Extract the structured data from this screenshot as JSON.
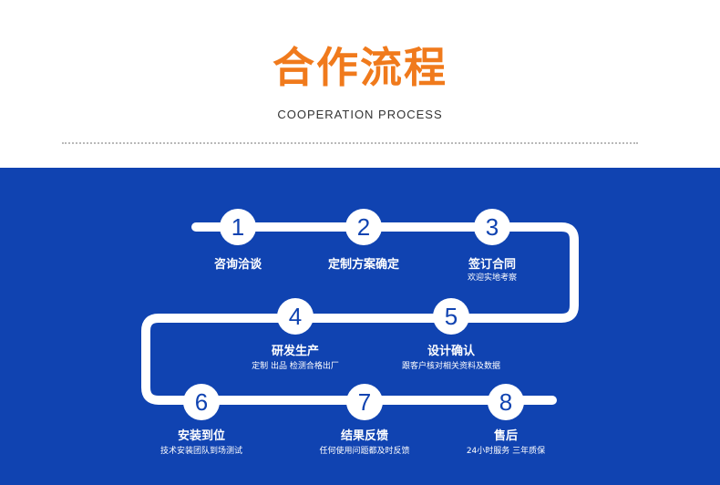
{
  "header": {
    "title": "合作流程",
    "subtitle": "COOPERATION PROCESS"
  },
  "colors": {
    "title": "#f07a1c",
    "panel": "#1043b1",
    "track": "#ffffff",
    "number": "#1043b1"
  },
  "steps": [
    {
      "number": "1",
      "label": "咨询洽谈",
      "desc": ""
    },
    {
      "number": "2",
      "label": "定制方案确定",
      "desc": ""
    },
    {
      "number": "3",
      "label": "签订合同",
      "desc": "欢迎实地考察"
    },
    {
      "number": "4",
      "label": "研发生产",
      "desc": "定制 出品 检测合格出厂"
    },
    {
      "number": "5",
      "label": "设计确认",
      "desc": "跟客户核对相关资料及数据"
    },
    {
      "number": "6",
      "label": "安装到位",
      "desc": "技术安装团队到场测试"
    },
    {
      "number": "7",
      "label": "结果反馈",
      "desc": "任何使用问题都及时反馈"
    },
    {
      "number": "8",
      "label": "售后",
      "desc": "24小时服务 三年质保"
    }
  ]
}
